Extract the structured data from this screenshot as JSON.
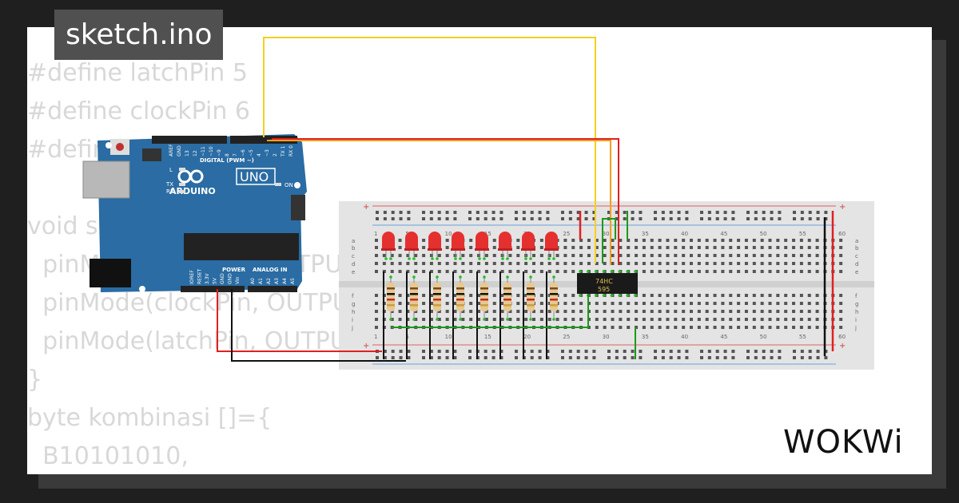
{
  "filename": "sketch.ino",
  "code_lines": [
    "#define latchPin 5",
    "#define clockPin 6",
    "#define dataPin 4",
    "",
    "void setup() {",
    "  pinMode(dataPin, OUTPUT);",
    "  pinMode(clockPin, OUTPUT);",
    "  pinMode(latchPin, OUTPUT);",
    "}",
    "byte kombinasi []={",
    "  B10101010,"
  ],
  "arduino": {
    "model": "UNO",
    "brand": "ARDUINO",
    "header_digital": "DIGITAL (PWM ~)",
    "header_power": "POWER",
    "header_analog": "ANALOG IN",
    "led_labels": [
      "L",
      "TX",
      "RX"
    ],
    "on_label": "ON",
    "digital_pins": [
      "AREF",
      "GND",
      "13",
      "12",
      "~11",
      "~10",
      "~9",
      "8",
      "7",
      "~6",
      "~5",
      "4",
      "~3",
      "2",
      "TX 1",
      "RX 0"
    ],
    "power_pins": [
      "IOREF",
      "RESET",
      "3.3V",
      "5V",
      "GND",
      "GND",
      "Vin"
    ],
    "analog_pins": [
      "A0",
      "A1",
      "A2",
      "A3",
      "A4",
      "A5"
    ]
  },
  "chip": {
    "line1": "74HC",
    "line2": "595"
  },
  "breadboard": {
    "top_numbers": [
      "1",
      "5",
      "10",
      "15",
      "20",
      "25",
      "30",
      "35",
      "40",
      "45",
      "50",
      "55",
      "60"
    ],
    "row_letters_top": [
      "a",
      "b",
      "c",
      "d",
      "e"
    ],
    "row_letters_bottom": [
      "f",
      "g",
      "h",
      "i",
      "j"
    ],
    "plus": "+"
  },
  "logo": "WOKWi",
  "colors": {
    "card": "#ffffff",
    "background": "#1f1f1f",
    "arduino_blue": "#2a6ca3",
    "wire_red": "#e02020",
    "wire_yellow": "#f5d020",
    "wire_orange": "#f0a020",
    "wire_green": "#1a9a1a",
    "wire_black": "#111111",
    "led_red": "#e53030"
  }
}
